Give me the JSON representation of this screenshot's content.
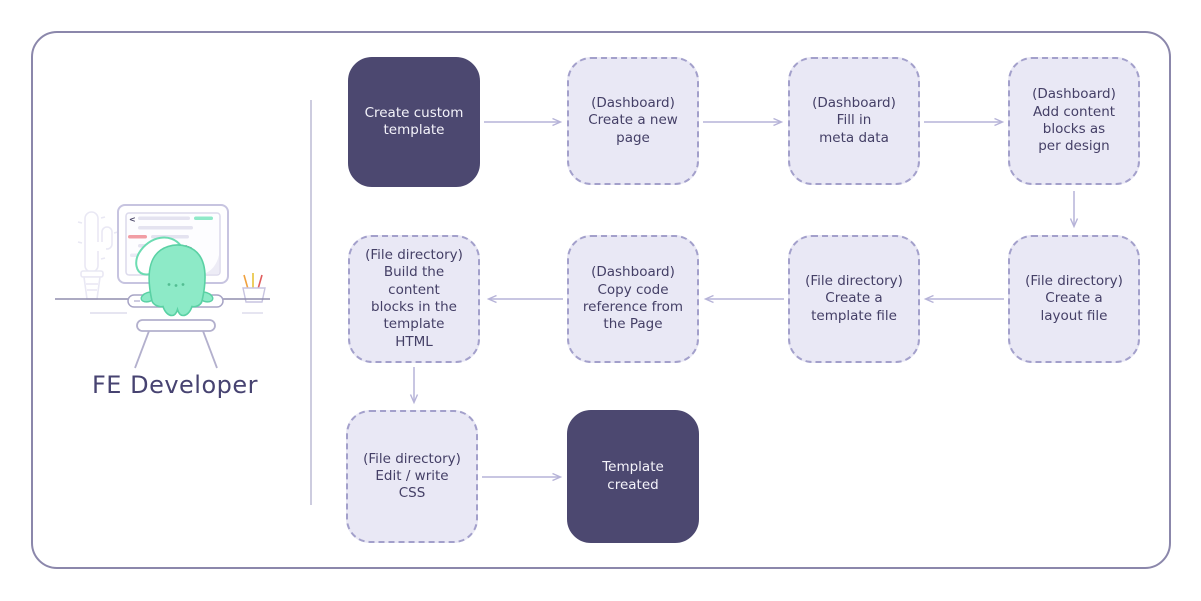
{
  "actor": {
    "label": "FE Developer"
  },
  "flow": {
    "nodes": [
      {
        "label": "Create custom\ntemplate",
        "variant": "solid",
        "location": ""
      },
      {
        "label": "(Dashboard)\nCreate a new\npage",
        "variant": "dashed",
        "location": "Dashboard"
      },
      {
        "label": "(Dashboard)\nFill in\nmeta data",
        "variant": "dashed",
        "location": "Dashboard"
      },
      {
        "label": "(Dashboard)\nAdd content\nblocks as\nper design",
        "variant": "dashed",
        "location": "Dashboard"
      },
      {
        "label": "(File directory)\nBuild the content\nblocks in the\ntemplate\nHTML",
        "variant": "dashed",
        "location": "File directory"
      },
      {
        "label": "(Dashboard)\nCopy code\nreference from\nthe Page",
        "variant": "dashed",
        "location": "Dashboard"
      },
      {
        "label": "(File directory)\nCreate a\ntemplate file",
        "variant": "dashed",
        "location": "File directory"
      },
      {
        "label": "(File directory)\nCreate a\nlayout file",
        "variant": "dashed",
        "location": "File directory"
      },
      {
        "label": "(File directory)\nEdit / write\nCSS",
        "variant": "dashed",
        "location": "File directory"
      },
      {
        "label": "Template\ncreated",
        "variant": "solid",
        "location": ""
      }
    ],
    "edges": [
      {
        "from": 0,
        "to": 1
      },
      {
        "from": 1,
        "to": 2
      },
      {
        "from": 2,
        "to": 3
      },
      {
        "from": 3,
        "to": 7
      },
      {
        "from": 7,
        "to": 6
      },
      {
        "from": 6,
        "to": 5
      },
      {
        "from": 5,
        "to": 4
      },
      {
        "from": 4,
        "to": 8
      },
      {
        "from": 8,
        "to": 9
      }
    ]
  },
  "colors": {
    "solid_node_bg": "#4c4870",
    "solid_node_text": "#f4f3fa",
    "dashed_node_bg": "#e9e8f5",
    "dashed_node_border": "#a3a0cb",
    "dashed_node_text": "#443f66",
    "arrow": "#b6b3d8",
    "outer_border": "#8b87ab",
    "divider": "#cdccdf",
    "actor_text": "#474371",
    "mascot_teal": "#8deac7",
    "code_teal": "#8fe9c8",
    "code_pink": "#f19da4"
  }
}
